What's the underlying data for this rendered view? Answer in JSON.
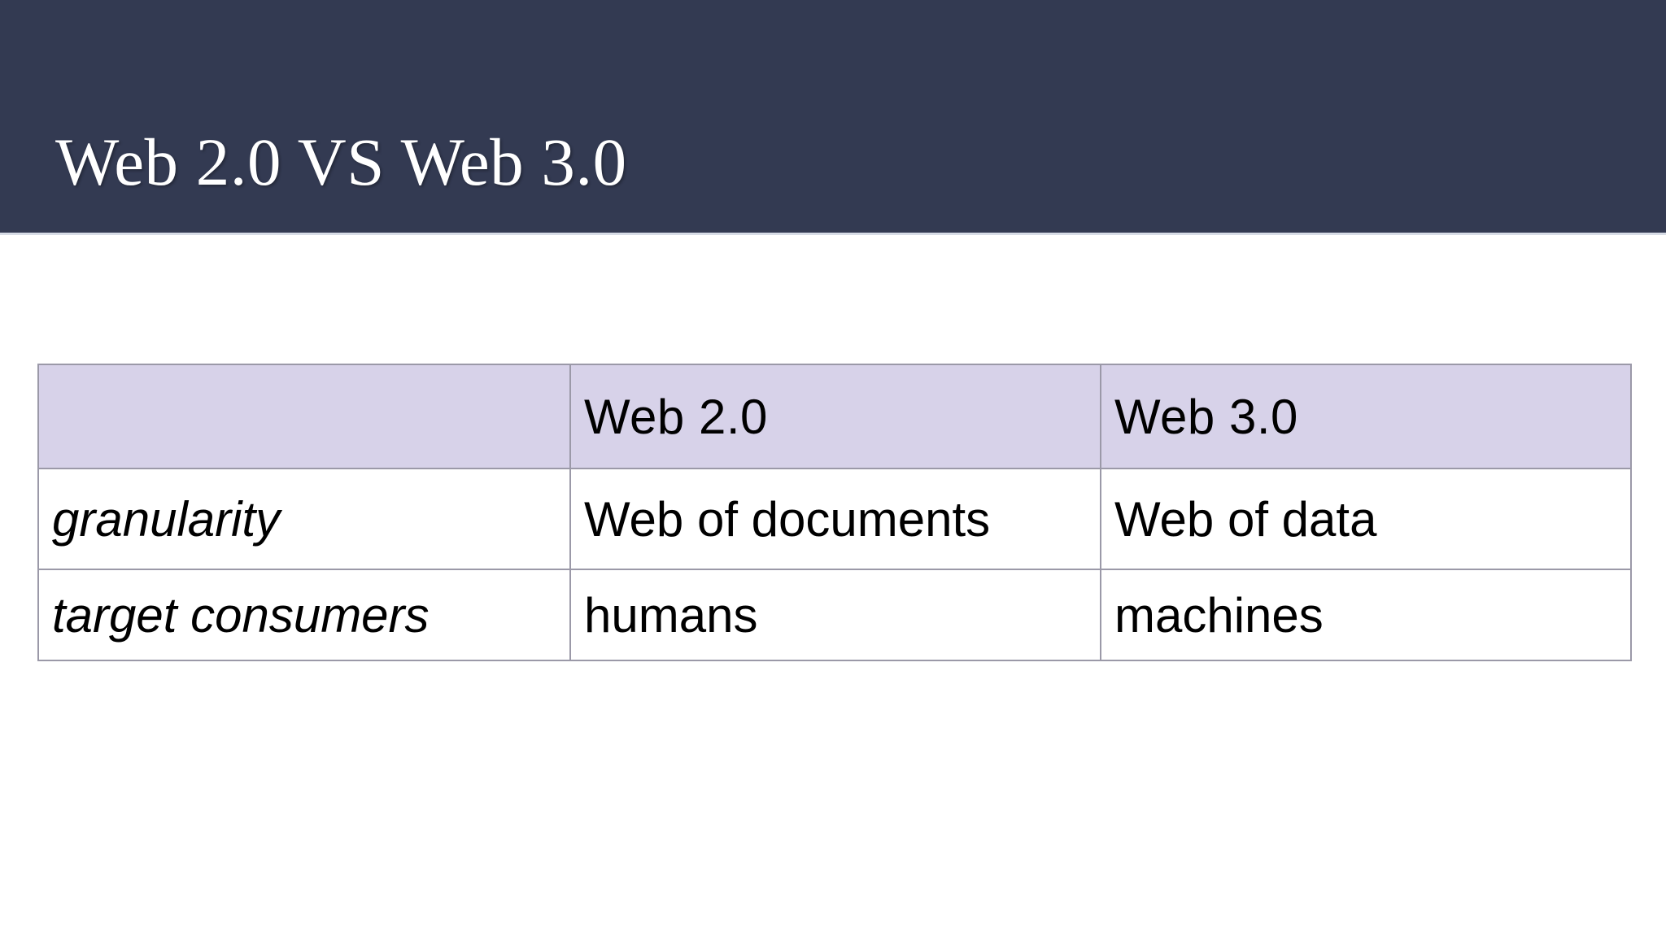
{
  "slide": {
    "title": "Web 2.0 VS Web 3.0",
    "header_bg_color": "#333a52",
    "header_text_color": "#ffffff",
    "body_bg_color": "#ffffff"
  },
  "table": {
    "header_bg_color": "#d7d2e9",
    "border_color": "#9b99a8",
    "columns": [
      {
        "key": "label",
        "label": ""
      },
      {
        "key": "web20",
        "label": "Web 2.0"
      },
      {
        "key": "web30",
        "label": "Web 3.0"
      }
    ],
    "rows": [
      {
        "label": "granularity",
        "web20": "Web of documents",
        "web30": "Web of data"
      },
      {
        "label": "target consumers",
        "web20": "humans",
        "web30": "machines"
      }
    ]
  }
}
